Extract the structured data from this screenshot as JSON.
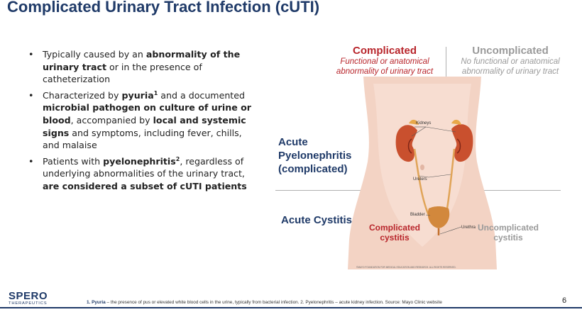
{
  "slide": {
    "title": "Complicated Urinary Tract Infection (cUTI)",
    "page_number": "6"
  },
  "bullets": [
    {
      "parts": [
        {
          "t": "Typically caused by an "
        },
        {
          "t": "abnormality of the urinary tract",
          "b": true
        },
        {
          "t": " or in the presence of catheterization"
        }
      ]
    },
    {
      "parts": [
        {
          "t": "Characterized by "
        },
        {
          "t": "pyuria",
          "b": true
        },
        {
          "t": "1",
          "sup": true,
          "b": true
        },
        {
          "t": " and a documented "
        },
        {
          "t": "microbial pathogen on culture of urine or blood",
          "b": true
        },
        {
          "t": ", accompanied by "
        },
        {
          "t": "local and systemic signs",
          "b": true
        },
        {
          "t": " and symptoms, including fever, chills, and malaise"
        }
      ]
    },
    {
      "parts": [
        {
          "t": "Patients with "
        },
        {
          "t": "pyelonephritis",
          "b": true
        },
        {
          "t": "2",
          "sup": true,
          "b": true
        },
        {
          "t": ", regardless of underlying abnormalities of the urinary tract, "
        },
        {
          "t": "are considered a subset of cUTI patients",
          "b": true
        }
      ]
    }
  ],
  "matrix": {
    "complicated": {
      "heading": "Complicated",
      "subtitle_line1": "Functional or anatomical",
      "subtitle_line2": "abnormality of urinary tract"
    },
    "uncomplicated": {
      "heading": "Uncomplicated",
      "subtitle_line1": "No functional or anatomical",
      "subtitle_line2": "abnormality of urinary tract"
    },
    "row_pyelonephritis": {
      "line1": "Acute",
      "line2": "Pyelonephritis",
      "line3": "(complicated)"
    },
    "row_cystitis": "Acute Cystitis",
    "cell_complicated_cystitis": {
      "line1": "Complicated",
      "line2": "cystitis"
    },
    "cell_uncomplicated_cystitis": {
      "line1": "Uncomplicated",
      "line2": "cystitis"
    }
  },
  "anatomy_labels": {
    "kidneys": "Kidneys",
    "ureters": "Ureters",
    "bladder": "Bladder",
    "urethra": "Urethra",
    "copyright": "©MAYO FOUNDATION FOR MEDICAL EDUCATION AND RESEARCH. ALL RIGHTS RESERVED."
  },
  "logo": {
    "brand": "SPERO",
    "sub": "THERAPEUTICS"
  },
  "footnote": {
    "term": "1. Pyuria",
    "rest": " – the presence of pus or elevated white blood cells in the urine, typically from bacterial infection. 2. Pyelonephritis – acute kidney infection. Source: Mayo Clinic website"
  },
  "colors": {
    "navy": "#1f3a68",
    "complicated_red": "#b8252b",
    "uncomplicated_gray": "#9a9a9a",
    "skin": "#f3d3c4",
    "kidney": "#c9502e"
  }
}
